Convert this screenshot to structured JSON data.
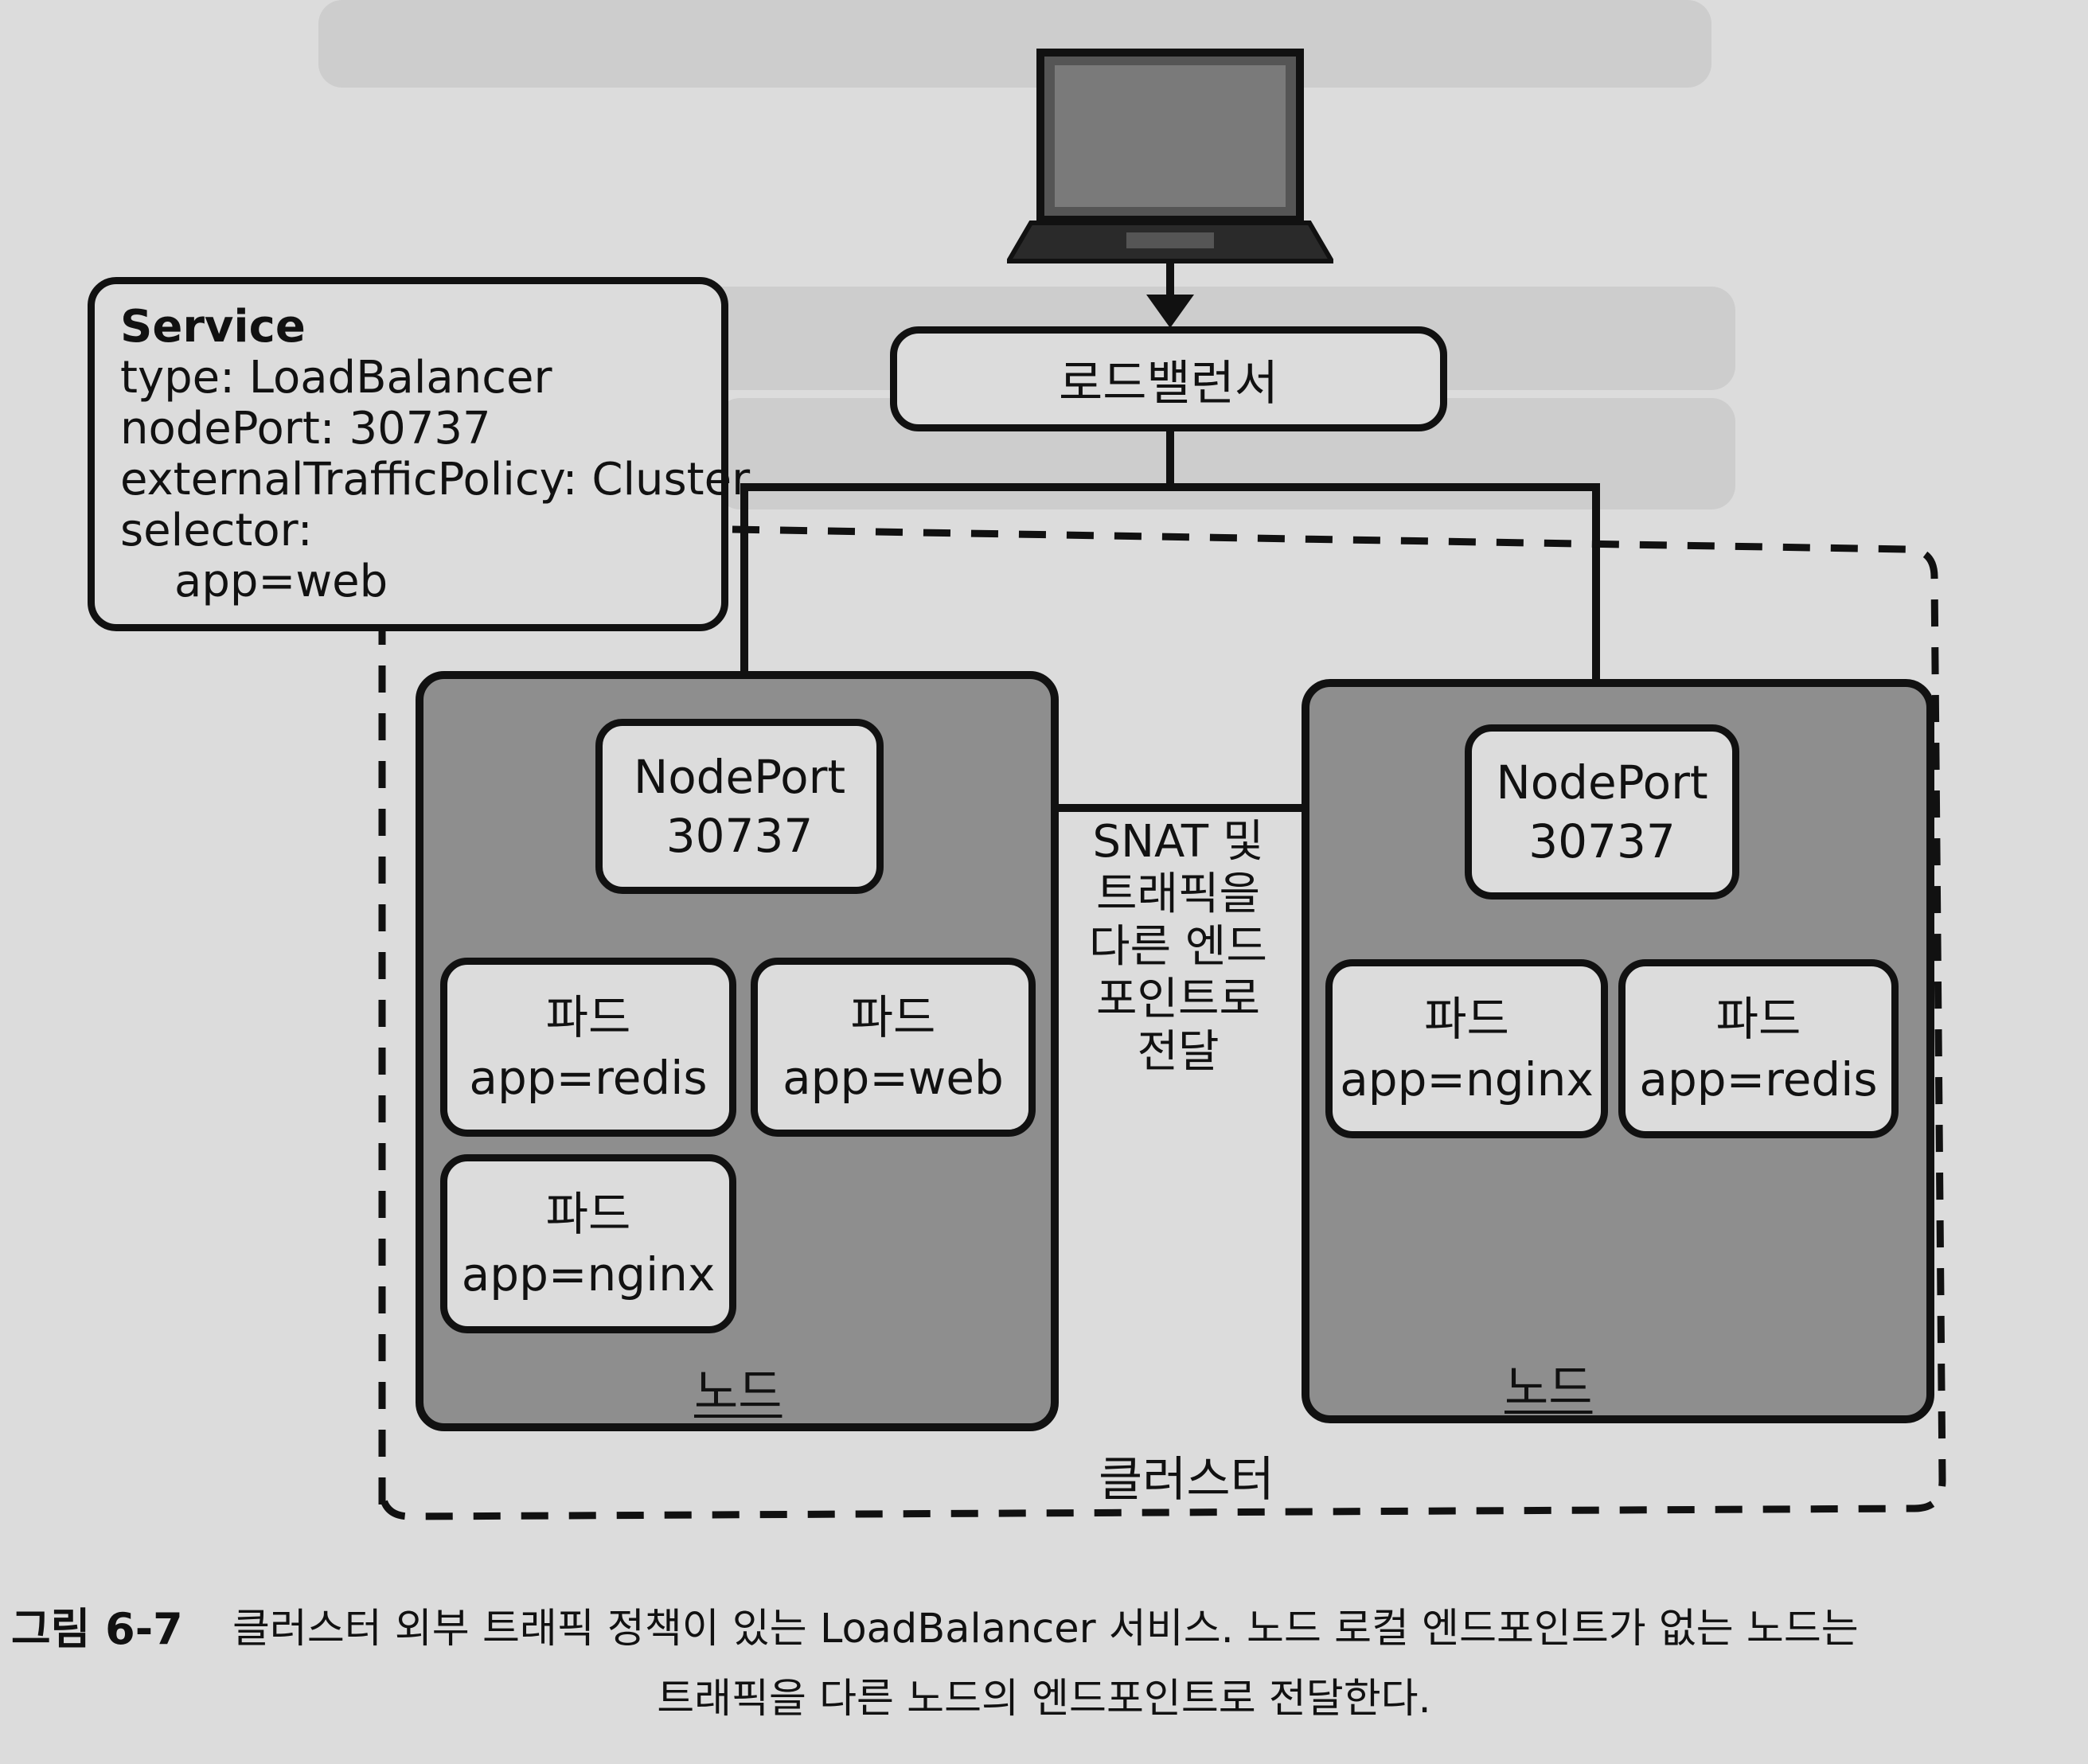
{
  "service_box": {
    "title": "Service",
    "lines": [
      "type: LoadBalancer",
      "nodePort: 30737",
      "externalTrafficPolicy: Cluster",
      "selector:",
      "app=web"
    ]
  },
  "load_balancer": {
    "label": "로드밸런서"
  },
  "cluster": {
    "label": "클러스터"
  },
  "nodes": [
    {
      "label": "노드",
      "nodeport": {
        "line1": "NodePort",
        "line2": "30737"
      },
      "pods": [
        {
          "kind": "파드",
          "selector": "app=redis"
        },
        {
          "kind": "파드",
          "selector": "app=web"
        },
        {
          "kind": "파드",
          "selector": "app=nginx"
        }
      ]
    },
    {
      "label": "노드",
      "nodeport": {
        "line1": "NodePort",
        "line2": "30737"
      },
      "pods": [
        {
          "kind": "파드",
          "selector": "app=nginx"
        },
        {
          "kind": "파드",
          "selector": "app=redis"
        }
      ]
    }
  ],
  "snat_note": [
    "SNAT 및",
    "트래픽을",
    "다른 엔드",
    "포인트로",
    "전달"
  ],
  "caption": {
    "number": "그림 6-7",
    "line1": "클러스터 외부 트래픽 정책이 있는 LoadBalancer 서비스. 노드 로컬 엔드포인트가 없는 노드는",
    "line2": "트래픽을 다른 노드의 엔드포인트로 전달한다."
  },
  "icons": {
    "client": "laptop-icon"
  },
  "colors": {
    "node_fill": "#8e8e8e",
    "box_fill": "#dcdcdc",
    "stroke": "#111111"
  }
}
